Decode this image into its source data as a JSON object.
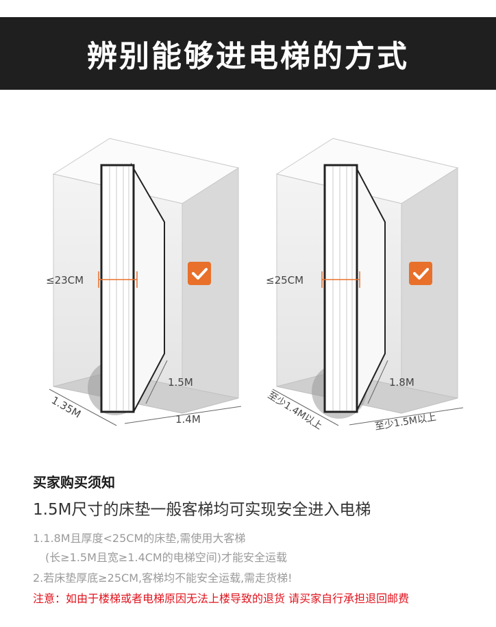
{
  "header": {
    "title": "辨别能够进电梯的方式"
  },
  "colors": {
    "header_bg": "#1f1f1f",
    "check_badge": "#e8702a",
    "measure_line": "#e8702a",
    "warning": "#e0141e"
  },
  "left_diagram": {
    "thickness": "≤23CM",
    "height": "1.5M",
    "width": "1.4M",
    "depth": "1.35M",
    "icon": "check-icon"
  },
  "right_diagram": {
    "thickness": "≤25CM",
    "height": "1.8M",
    "width": "至少1.5M以上",
    "depth": "至少1.4M以上",
    "icon": "check-icon"
  },
  "notice": {
    "title": "买家购买须知",
    "subtitle": "1.5M尺寸的床垫一般客梯均可实现安全进入电梯",
    "note1_line1": "1.1.8M且厚度<25CM的床垫,需使用大客梯",
    "note1_line2": "(长≥1.5M且宽≥1.4CM的电梯空间)才能安全运载",
    "note2": "2.若床垫厚底≥25CM,客梯均不能安全运载,需走货梯!",
    "warning": "注意：如由于楼梯或者电梯原因无法上楼导致的退货 请买家自行承担退回邮费"
  }
}
